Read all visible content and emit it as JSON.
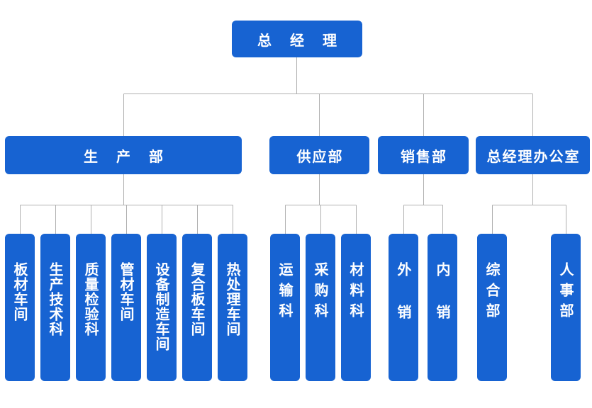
{
  "colors": {
    "node_fill": "#1763d2",
    "node_text": "#ffffff",
    "connector": "#b0b0b0"
  },
  "root": {
    "label": "总经理"
  },
  "departments": [
    {
      "label": "生产部",
      "children": [
        "板材车间",
        "生产技术科",
        "质量检验科",
        "管材车间",
        "设备制造车间",
        "复合板车间",
        "热处理车间"
      ]
    },
    {
      "label": "供应部",
      "children": [
        "运输科",
        "采购科",
        "材料科"
      ]
    },
    {
      "label": "销售部",
      "children": [
        "外销",
        "内销"
      ]
    },
    {
      "label": "总经理办公室",
      "children": [
        "综合部",
        "人事部"
      ]
    }
  ]
}
